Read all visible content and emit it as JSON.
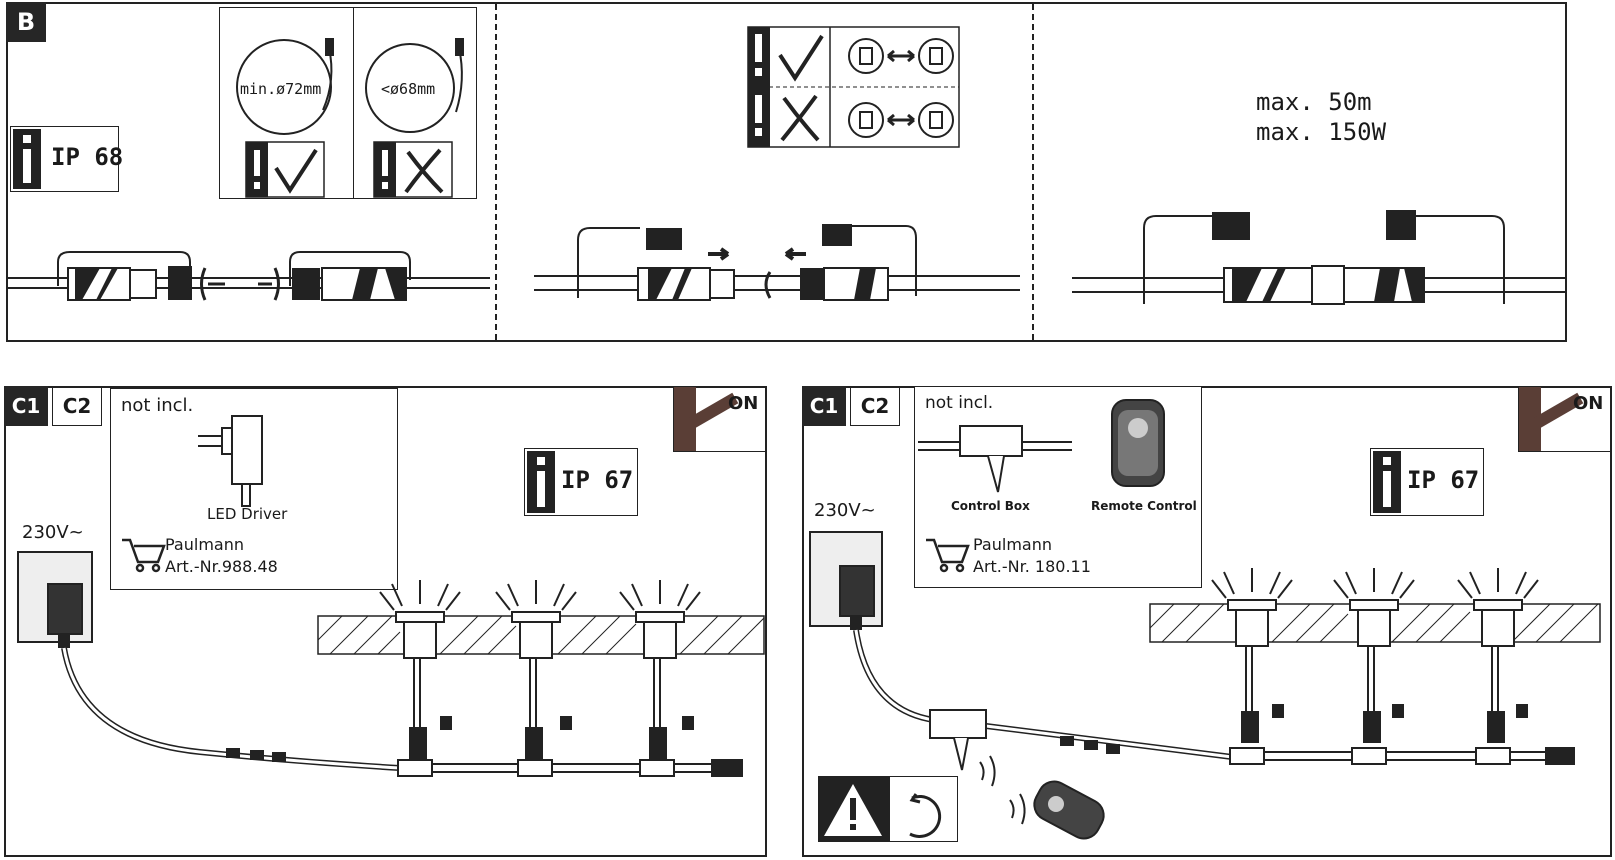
{
  "panel_b": {
    "tag": "B",
    "ip_rating": "IP 68",
    "diam_ok": "min.ø72mm",
    "diam_bad": "<ø68mm",
    "max_length": "max. 50m",
    "max_power": "max. 150W"
  },
  "panel_c_left": {
    "tag1": "C1",
    "tag2": "C2",
    "not_incl": "not incl.",
    "item_label": "LED Driver",
    "brand": "Paulmann",
    "article": "Art.-Nr.988.48",
    "voltage": "230V~",
    "ip_rating": "IP 67",
    "on_label": "ON"
  },
  "panel_c_right": {
    "tag1": "C1",
    "tag2": "C2",
    "not_incl": "not incl.",
    "item1_label": "Control Box",
    "item2_label": "Remote Control",
    "brand": "Paulmann",
    "article": "Art.-Nr. 180.11",
    "voltage": "230V~",
    "ip_rating": "IP 67",
    "on_label": "ON"
  },
  "icons": [
    "info-icon",
    "check-icon",
    "cross-icon",
    "exclamation-icon",
    "warning-icon",
    "dimmer-icon",
    "cart-icon",
    "arrow-icon",
    "rotate-icon",
    "socket-plug-icon",
    "spotlight-icon"
  ]
}
